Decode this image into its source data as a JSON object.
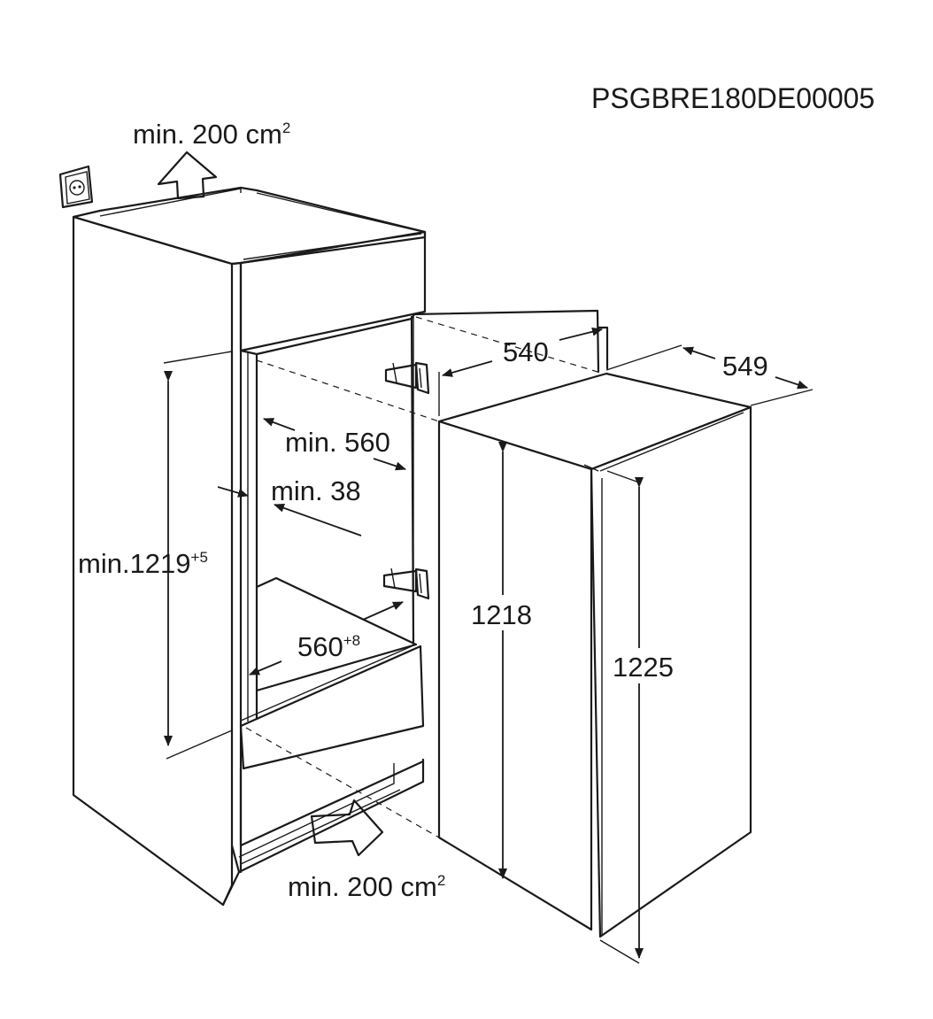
{
  "diagram": {
    "code": "PSGBRE180DE00005",
    "labels": {
      "vent_top": "min. 200 cm",
      "vent_top_sup": "2",
      "vent_bottom": "min. 200 cm",
      "vent_bottom_sup": "2",
      "depth_540": "540",
      "depth_549": "549",
      "min_560": "min. 560",
      "min_38": "min. 38",
      "niche_height": "min.1219",
      "niche_height_sup": "+5",
      "niche_width": "560",
      "niche_width_sup": "+8",
      "height_1218": "1218",
      "height_1225": "1225"
    }
  }
}
